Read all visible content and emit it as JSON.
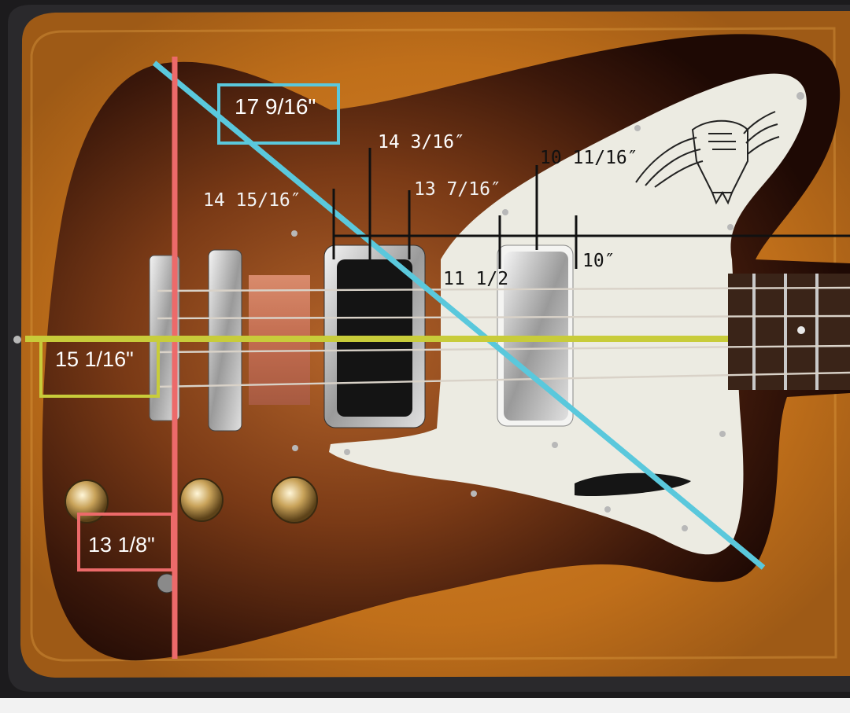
{
  "labels": {
    "diag_length": "17 9/16\"",
    "body_width": "15 1/16\"",
    "body_height": "13 1/8\"",
    "top_14_3_16": "14  3/16″",
    "top_10_11_16": "10  11/16″",
    "top_14_15_16": "14  15/16″",
    "top_13_7_16": "13  7/16″",
    "side_10": "10″",
    "side_11_1_2": "11  1/2"
  },
  "colors": {
    "diagonal_line": "#5ac8dc",
    "vertical_line": "#ec6a6a",
    "horizontal_line": "#c8cc3a",
    "reference_line": "#111111",
    "label_on_image": "#ffffff",
    "label_on_guard": "#111111",
    "case_plush": "#c9781f",
    "body_sunburst_center": "#a35a22",
    "body_sunburst_edge": "#2a0f07",
    "pickguard": "#ecebe2"
  },
  "icons": {
    "emblem": "firebird-emblem-icon"
  }
}
